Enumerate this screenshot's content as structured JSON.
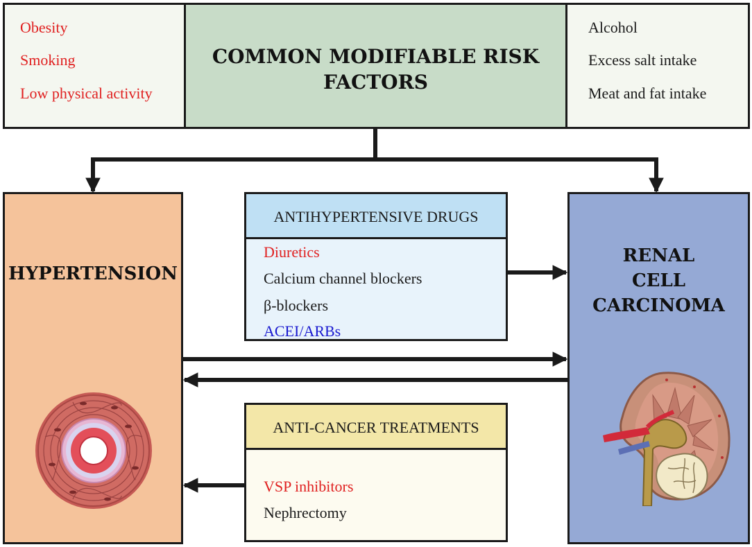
{
  "risk_factors": {
    "title_line1": "COMMON MODIFIABLE RISK",
    "title_line2": "FACTORS",
    "left": [
      "Obesity",
      "Smoking",
      "Low physical activity"
    ],
    "right": [
      "Alcohol",
      "Excess salt intake",
      "Meat and fat intake"
    ]
  },
  "hypertension": {
    "label": "HYPERTENSION"
  },
  "rcc": {
    "line1": "RENAL",
    "line2": "CELL",
    "line3": "CARCINOMA"
  },
  "drugs": {
    "header": "ANTIHYPERTENSIVE DRUGS",
    "items": [
      "Diuretics",
      "Calcium channel blockers",
      "β-blockers",
      "ACEI/ARBs"
    ]
  },
  "treatments": {
    "header": "ANTI-CANCER TREATMENTS",
    "items": [
      "VSP inhibitors",
      "Nephrectomy"
    ]
  },
  "colors": {
    "risk_side_bg": "#f4f7f0",
    "risk_center_bg": "#c8dcc8",
    "hypertension_bg": "#f5c39b",
    "rcc_bg": "#95a9d5",
    "drugs_header_bg": "#bfe0f4",
    "drugs_body_bg": "#e8f3fb",
    "treat_header_bg": "#f3e7a8",
    "treat_body_bg": "#fdfbf0",
    "red_text": "#e02020",
    "blue_text": "#1a1ad0"
  }
}
